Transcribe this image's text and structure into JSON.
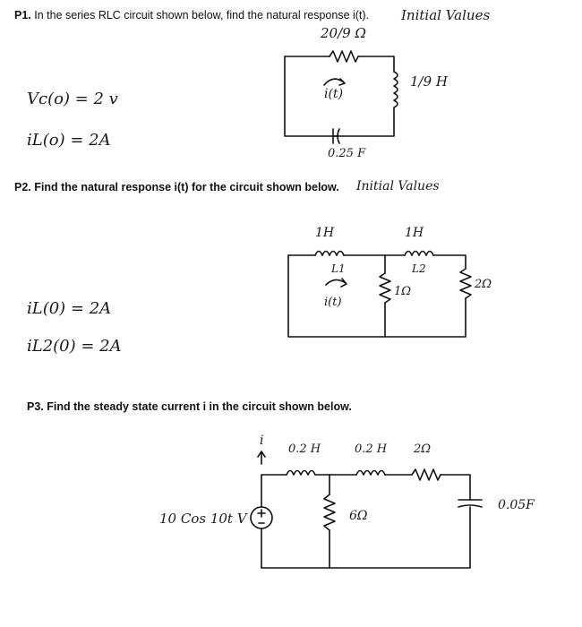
{
  "p1": {
    "question_prefix": "P1.",
    "question_text": "In the series RLC circuit shown below, find the natural response i(t).",
    "initial_values_note": "Initial Values",
    "vc0": "Vc(o) = 2 v",
    "il0": "iL(o) = 2A",
    "resistor_label": "20/9 Ω",
    "inductor_label": "1/9 H",
    "capacitor_label": "0.25 F",
    "current_label": "i(t)"
  },
  "p2": {
    "question_prefix": "P2.",
    "question_text": "Find the natural response i(t) for the circuit shown below.",
    "initial_values_note": "Initial Values",
    "il1": "iL(0) = 2A",
    "il2": "iL2(0) = 2A",
    "l1_value": "1H",
    "l1_name": "L1",
    "l2_value": "1H",
    "l2_name": "L2",
    "r_mid_label": "1Ω",
    "r_right_label": "2Ω",
    "current_label": "i(t)"
  },
  "p3": {
    "question_prefix": "P3.",
    "question_text": "Find the steady state current i in the circuit shown below.",
    "source_label": "10 Cos 10t V",
    "l1_label": "0.2 H",
    "l2_label": "0.2 H",
    "r1_label": "2Ω",
    "r2_label": "6Ω",
    "c_label": "0.05F",
    "current_label": "i"
  }
}
